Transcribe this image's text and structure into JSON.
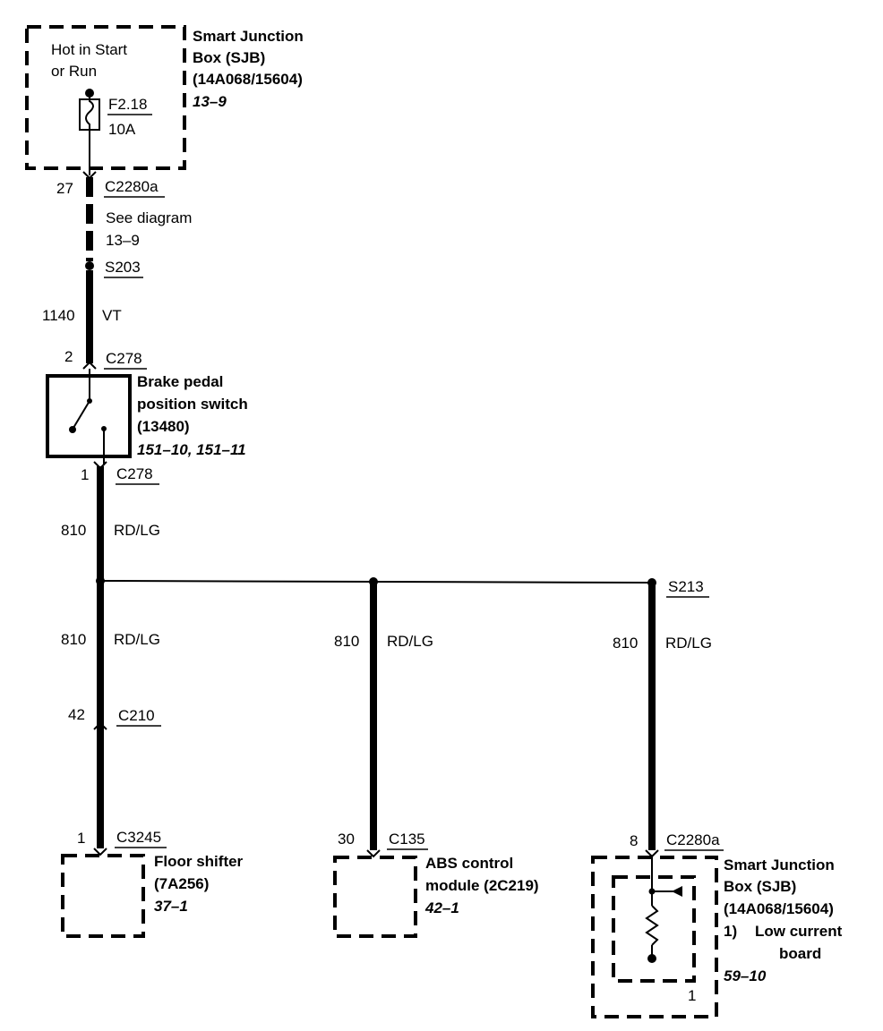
{
  "top_sjb": {
    "hot_line1": "Hot in Start",
    "hot_line2": "or Run",
    "fuse_id": "F2.18",
    "fuse_rating": "10A",
    "title_line1": "Smart Junction",
    "title_line2": "Box (SJB)",
    "part": "(14A068/15604)",
    "ref": "13–9"
  },
  "c2280a_top": {
    "pin": "27",
    "name": "C2280a"
  },
  "see_diagram": {
    "line1": "See diagram",
    "line2": "13–9"
  },
  "s203": "S203",
  "wire_1140": {
    "circuit": "1140",
    "color": "VT"
  },
  "c278_in": {
    "pin": "2",
    "name": "C278"
  },
  "brake_switch": {
    "line1": "Brake pedal",
    "line2": "position switch",
    "part": "(13480)",
    "ref": "151–10, 151–11"
  },
  "c278_out": {
    "pin": "1",
    "name": "C278"
  },
  "wire_810_main": {
    "circuit": "810",
    "color": "RD/LG"
  },
  "s213": "S213",
  "wire_810_left": {
    "circuit": "810",
    "color": "RD/LG"
  },
  "wire_810_mid": {
    "circuit": "810",
    "color": "RD/LG"
  },
  "wire_810_right": {
    "circuit": "810",
    "color": "RD/LG"
  },
  "c210": {
    "pin": "42",
    "name": "C210"
  },
  "c3245": {
    "pin": "1",
    "name": "C3245"
  },
  "floor_shifter": {
    "line1": "Floor shifter",
    "part": "(7A256)",
    "ref": "37–1"
  },
  "c135": {
    "pin": "30",
    "name": "C135"
  },
  "abs_module": {
    "line1": "ABS control",
    "line2": "module (2C219)",
    "ref": "42–1"
  },
  "c2280a_bottom": {
    "pin": "8",
    "name": "C2280a"
  },
  "bottom_sjb": {
    "title_line1": "Smart Junction",
    "title_line2": "Box (SJB)",
    "part": "(14A068/15604)",
    "note_num": "1)",
    "note_line1": "Low current",
    "note_line2": "board",
    "ref": "59–10",
    "inner_pin": "1"
  }
}
